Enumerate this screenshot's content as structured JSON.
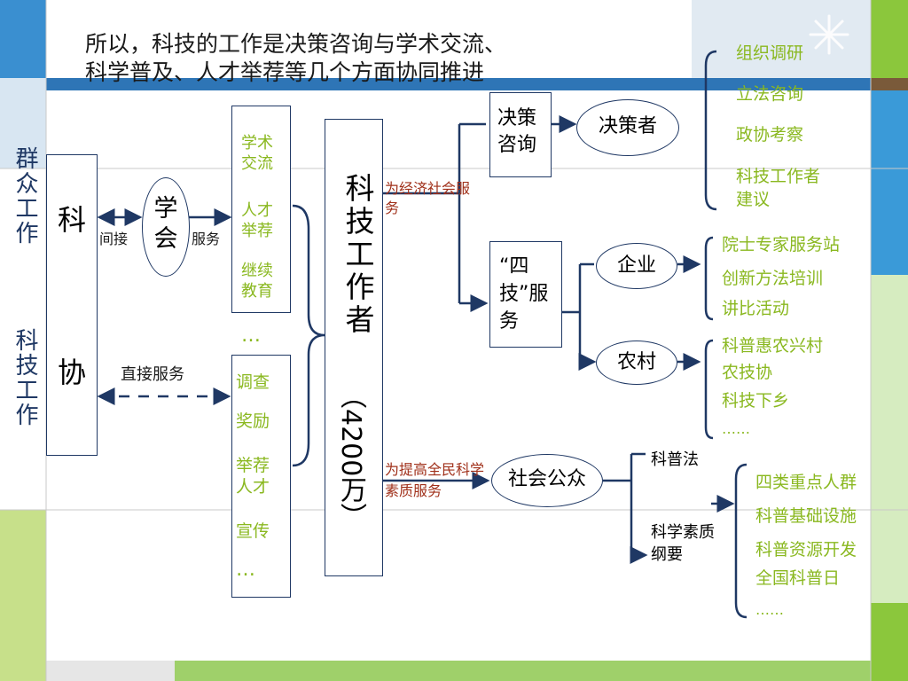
{
  "title": {
    "line1": "所以，科技的工作是决策咨询与学术交流、",
    "line2": "科学普及、人才举荐等几个方面协同推进"
  },
  "left_column": {
    "top": "群众工作",
    "bottom": "科技工作"
  },
  "kexie": {
    "top": "科",
    "bottom": "协"
  },
  "links": {
    "indirect": "间接",
    "service": "服务",
    "direct_service": "直接服务"
  },
  "xuehui": "学会",
  "xuehui_items": [
    "学术交流",
    "人才举荐",
    "继续教育"
  ],
  "ellipsis_mid": "…",
  "direct_items": [
    "调查",
    "奖励",
    "举荐人才",
    "宣传",
    "…"
  ],
  "worker": {
    "label": "科技工作者",
    "count": "（4200万）"
  },
  "branches": {
    "economic": "为经济社会服务",
    "public_quality": "为提高全民科学素质服务"
  },
  "decision": {
    "box": "决策咨询",
    "actor": "决策者",
    "items": [
      "组织调研",
      "立法咨询",
      "政协考察",
      "科技工作者建议"
    ]
  },
  "four_tech": {
    "box": "“四技”服务",
    "enterprise": "企业",
    "enterprise_items": [
      "院士专家服务站",
      "创新方法培训",
      "讲比活动"
    ],
    "rural": "农村",
    "rural_items": [
      "科普惠农兴村",
      "农技协",
      "科技下乡",
      "……"
    ]
  },
  "public": {
    "label": "社会公众",
    "law": "科普法",
    "outline": "科学素质纲要",
    "items": [
      "四类重点人群",
      "科普基础设施",
      "科普资源开发",
      "全国科普日",
      "……"
    ]
  },
  "colors": {
    "navy": "#1f3864",
    "green_text": "#8ab820",
    "red_text": "#a0301a",
    "blue_band": "#2e75b6",
    "lime": "#92d050"
  }
}
